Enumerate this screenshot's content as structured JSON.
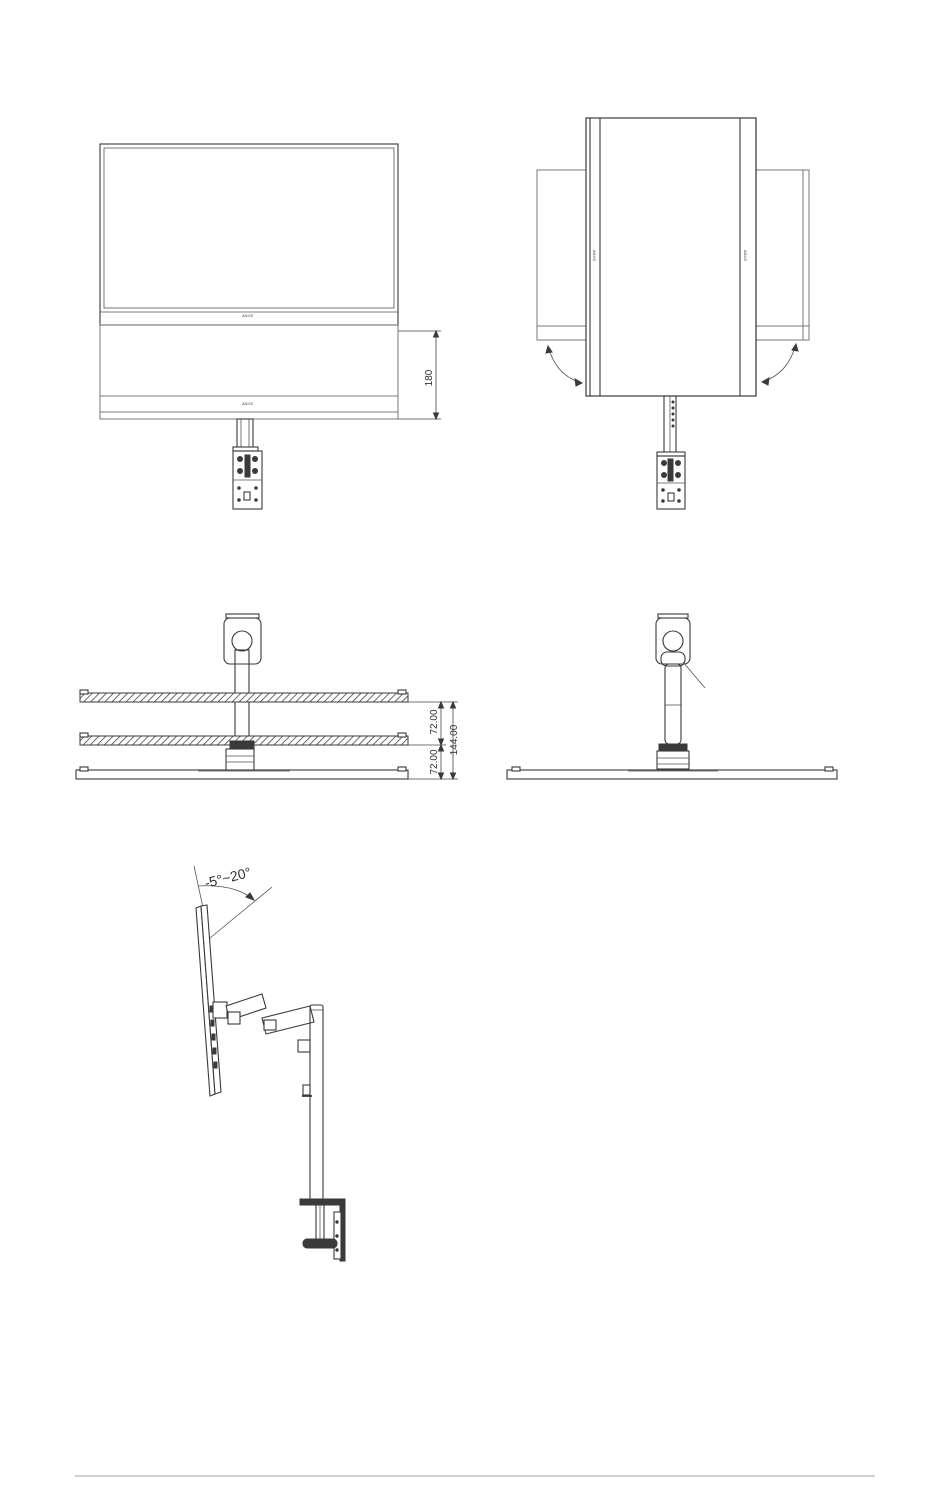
{
  "views": {
    "front": {
      "brand": "ASUS",
      "height_adjust": "180"
    },
    "rotate": {
      "brand": "ASUS"
    },
    "top": {
      "offset_a": "72.00",
      "offset_total": "144.00",
      "offset_b": "72.00"
    },
    "tilt": {
      "angle": "-5°~20°"
    }
  }
}
